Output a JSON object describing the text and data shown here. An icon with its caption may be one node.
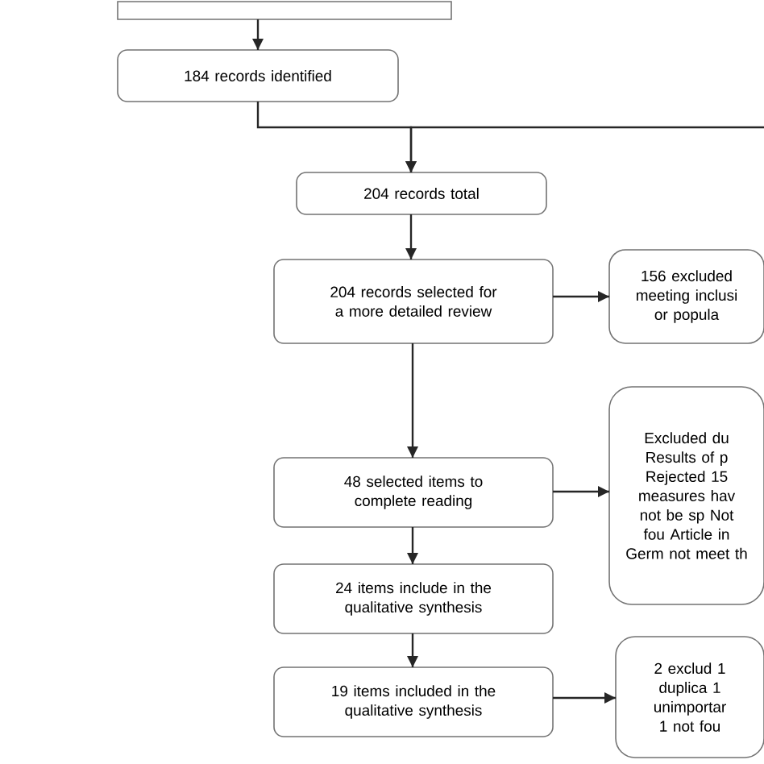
{
  "diagram": {
    "nodes": [
      {
        "text": [],
        "shape": "box"
      },
      {
        "text": [
          "184 records identified"
        ]
      },
      {
        "text": [
          "204 records total"
        ]
      },
      {
        "text": [
          "204 records selected for a more detailed review"
        ]
      },
      {
        "text": [
          "156 excluded meeting inclusi or popula"
        ]
      },
      {
        "text": [
          "Excluded du Results of p Rejected 15 measures hav not be sp Not fou Article in Germ not meet th"
        ]
      },
      {
        "text": [
          "48 selected items to complete reading"
        ]
      },
      {
        "text": [
          "24 items include in the qualitative synthesis"
        ]
      },
      {
        "text": [
          "19 items included in the qualitative synthesis"
        ]
      },
      {
        "text": [
          "2 exclud 1 duplica 1 unimportar 1 not fou"
        ]
      }
    ],
    "edges": [
      {
        "from": 0,
        "to": 1,
        "arrow": "to"
      },
      {
        "from": 1,
        "to": 2,
        "arrow": "to"
      },
      {
        "from": null,
        "to": 2,
        "arrow": "to"
      },
      {
        "from": 2,
        "to": 3,
        "arrow": "to"
      },
      {
        "from": 3,
        "to": 4,
        "arrow": "to"
      },
      {
        "from": 3,
        "to": 6,
        "arrow": "to"
      },
      {
        "from": 6,
        "to": 5,
        "arrow": "to"
      },
      {
        "from": 6,
        "to": 7,
        "arrow": "to"
      },
      {
        "from": 7,
        "to": 8,
        "arrow": "to"
      },
      {
        "from": 8,
        "to": 9,
        "arrow": "to"
      }
    ]
  }
}
